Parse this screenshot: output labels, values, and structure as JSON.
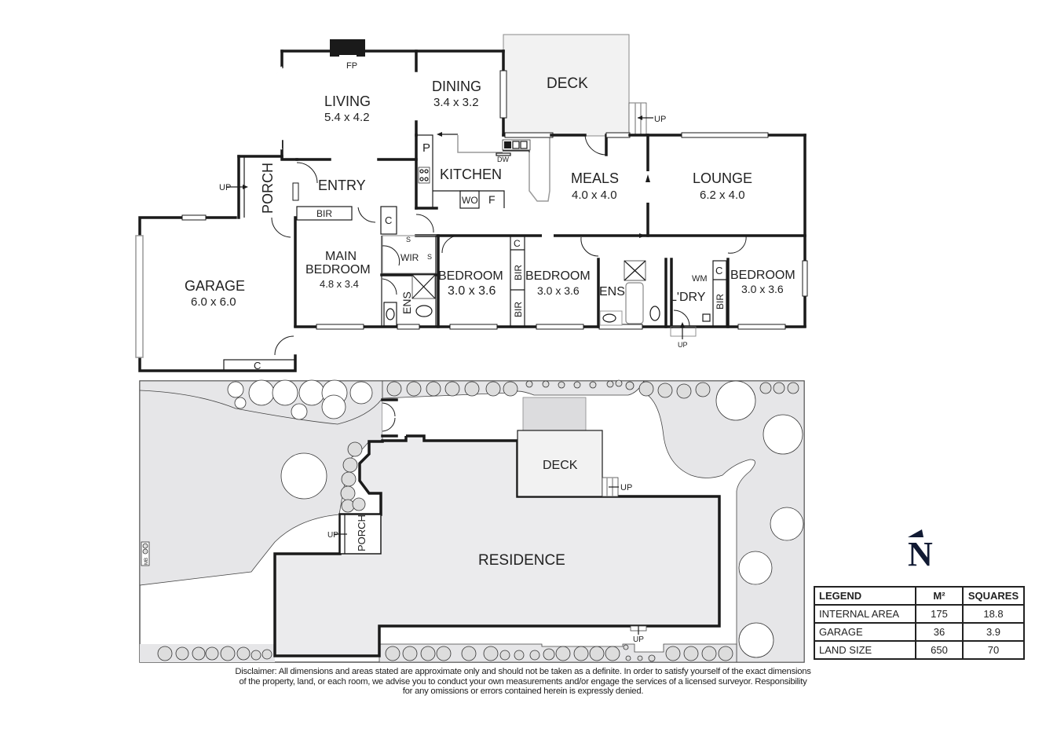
{
  "floor_plan": {
    "rooms": [
      {
        "id": "living",
        "name": "LIVING",
        "dims": "5.4 x 4.2"
      },
      {
        "id": "dining",
        "name": "DINING",
        "dims": "3.4 x 3.2"
      },
      {
        "id": "deck",
        "name": "DECK",
        "dims": ""
      },
      {
        "id": "kitchen",
        "name": "KITCHEN",
        "dims": ""
      },
      {
        "id": "meals",
        "name": "MEALS",
        "dims": "4.0 x 4.0"
      },
      {
        "id": "lounge",
        "name": "LOUNGE",
        "dims": "6.2 x 4.0"
      },
      {
        "id": "entry",
        "name": "ENTRY",
        "dims": ""
      },
      {
        "id": "porch",
        "name": "PORCH",
        "dims": ""
      },
      {
        "id": "garage",
        "name": "GARAGE",
        "dims": "6.0 x 6.0"
      },
      {
        "id": "main_bedroom",
        "name_line1": "MAIN",
        "name_line2": "BEDROOM",
        "dims": "4.8 x 3.4"
      },
      {
        "id": "bedroom2",
        "name": "BEDROOM",
        "dims": "3.0 x 3.6"
      },
      {
        "id": "bedroom3",
        "name": "BEDROOM",
        "dims": "3.0 x 3.6"
      },
      {
        "id": "bedroom4",
        "name": "BEDROOM",
        "dims": "3.0 x 3.6"
      },
      {
        "id": "ens_main",
        "name": "ENS",
        "dims": ""
      },
      {
        "id": "ens",
        "name": "ENS",
        "dims": ""
      },
      {
        "id": "laundry",
        "name": "L'DRY",
        "dims": ""
      }
    ],
    "fixtures": {
      "fireplace": "FP",
      "pantry": "P",
      "dishwasher": "DW",
      "wall_oven": "WO",
      "fridge": "F",
      "built_in_robe": "BIR",
      "cupboard": "C",
      "walk_in_robe": "WIR",
      "shelf": "S",
      "washing_machine": "WM",
      "stairs_up": "UP"
    }
  },
  "site_plan": {
    "residence": "RESIDENCE",
    "deck": "DECK",
    "porch": "PORCH",
    "up": "UP",
    "meter_box": "MB"
  },
  "compass": {
    "letter": "N"
  },
  "legend": {
    "headers": [
      "LEGEND",
      "M²",
      "SQUARES"
    ],
    "rows": [
      {
        "label": "INTERNAL AREA",
        "m2": "175",
        "squares": "18.8"
      },
      {
        "label": "GARAGE",
        "m2": "36",
        "squares": "3.9"
      },
      {
        "label": "LAND SIZE",
        "m2": "650",
        "squares": "70"
      }
    ]
  },
  "disclaimer": {
    "line1": "Disclaimer: All dimensions and areas stated are approximate only and should not be taken as a definite. In order to satisfy yourself of the exact dimensions",
    "line2": "of the property, land, or each room, we advise you to conduct your own measurements and/or engage the services of a licensed surveyor. Responsibility",
    "line3": "for any omissions or errors contained herein is expressly denied."
  },
  "colors": {
    "wall": "#1a1a1a",
    "deck_fill": "#f2f2f2",
    "site_fill": "#e6e6e8",
    "residence_fill": "#ebebed",
    "compass": "#111a33"
  }
}
